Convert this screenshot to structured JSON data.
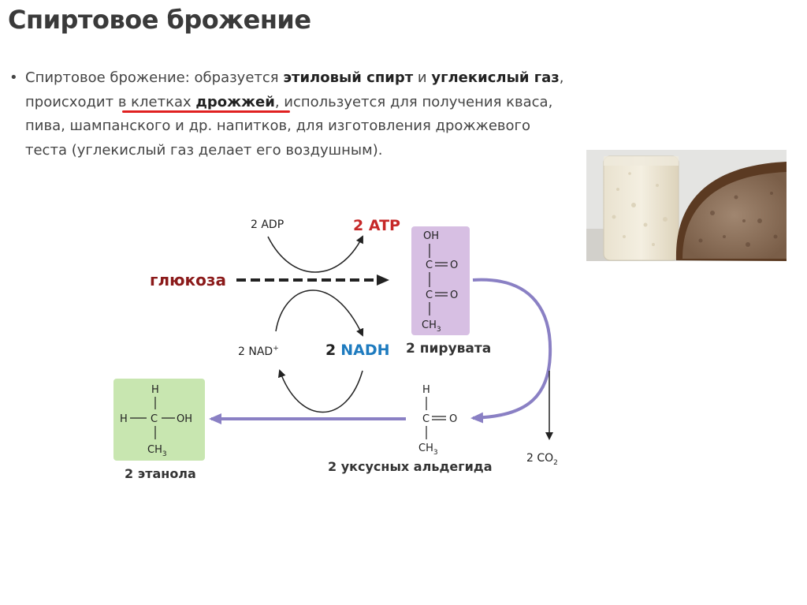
{
  "slide": {
    "title": "Спиртовое брожение",
    "text": {
      "t1": "Спиртовое брожение: образуется ",
      "b1": "этиловый спирт",
      "t2": " и ",
      "b2": "углекислый газ",
      "t3": ",",
      "t4": "происходит ",
      "u1": "в клетках ",
      "b3": "дрожжей",
      "t5": ", используется для получения кваса,",
      "t6": "пива, шампанского и др. напитков, для изготовления дрожжевого",
      "t7": "теста (углекислый газ делает его воздушным)."
    }
  },
  "diagram": {
    "adp": "2 ADP",
    "atp": "2 ATP",
    "glucose": "глюкоза",
    "nad": "2 NAD",
    "nad_sup": "+",
    "nadh_num": "2",
    "nadh": "NADH",
    "pyruvate_label": "2 пирувата",
    "pyruvate": {
      "oh": "OH",
      "c1": "C",
      "o1": "O",
      "c2": "C",
      "o2": "O",
      "ch3": "CH",
      "sub3": "3"
    },
    "co2": "2 CO",
    "co2_sub": "2",
    "acetaldehyde": {
      "h": "H",
      "c": "C",
      "o": "O",
      "ch3": "CH",
      "sub3": "3"
    },
    "acetaldehyde_label": "2 уксусных альдегида",
    "ethanol": {
      "h_top": "H",
      "h_left": "H",
      "c": "C",
      "oh": "OH",
      "ch3": "CH",
      "sub3": "3"
    },
    "ethanol_label": "2 этанола"
  },
  "colors": {
    "glucose": "#8b1a1a",
    "atp": "#c62828",
    "nadh": "#1e7bbf",
    "arrow_purple": "#8a80c4",
    "pyruvate_box": "#d7bfe3",
    "ethanol_box": "#c8e6b0",
    "underline": "#e02020"
  }
}
